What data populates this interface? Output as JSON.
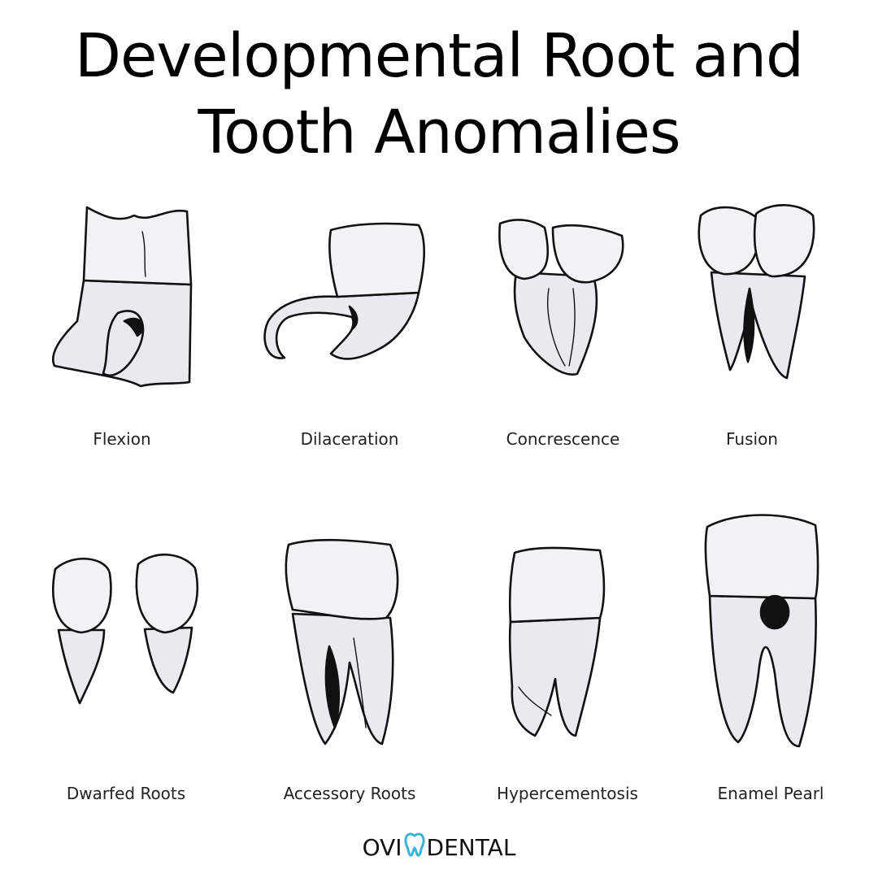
{
  "title": {
    "line1": "Developmental Root and",
    "line2": "Tooth Anomalies"
  },
  "anomalies": [
    {
      "label": "Flexion"
    },
    {
      "label": "Dilaceration"
    },
    {
      "label": "Concrescence"
    },
    {
      "label": "Fusion"
    },
    {
      "label": "Dwarfed Roots"
    },
    {
      "label": "Accessory Roots"
    },
    {
      "label": "Hypercementosis"
    },
    {
      "label": "Enamel Pearl"
    }
  ],
  "logo": {
    "left_text": "OVI",
    "right_text": "DENTAL",
    "icon": "tooth-icon",
    "icon_color": "#3bb3d6"
  }
}
